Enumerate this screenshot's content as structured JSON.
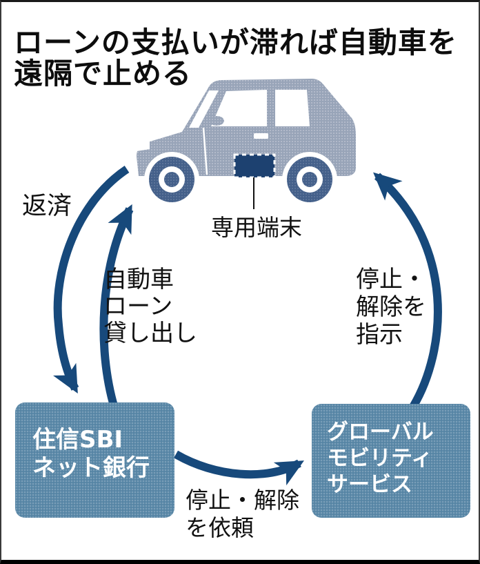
{
  "title": {
    "line1": "ローンの支払いが滞れば自動車を",
    "line2": "遠隔で止める"
  },
  "car": {
    "icon": "car-side-icon",
    "terminal_label": "専用端末"
  },
  "flow": {
    "repayment": "返済",
    "loan": [
      "自動車",
      "ローン",
      "貸し出し"
    ],
    "instruct": [
      "停止・",
      "解除を",
      "指示"
    ],
    "request": [
      "停止・解除",
      "を依頼"
    ]
  },
  "entities": {
    "bank": [
      "住信SBI",
      "ネット銀行"
    ],
    "service": [
      "グローバル",
      "モビリティ",
      "サービス"
    ]
  },
  "colors": {
    "arrow": "#17497b",
    "entity_box": "#5e8aa8",
    "car_body": "#a6b1c3",
    "car_wheel": "#4f6a90",
    "terminal_device": "#1d4170",
    "text": "#111111",
    "box_text": "#ffffff"
  }
}
